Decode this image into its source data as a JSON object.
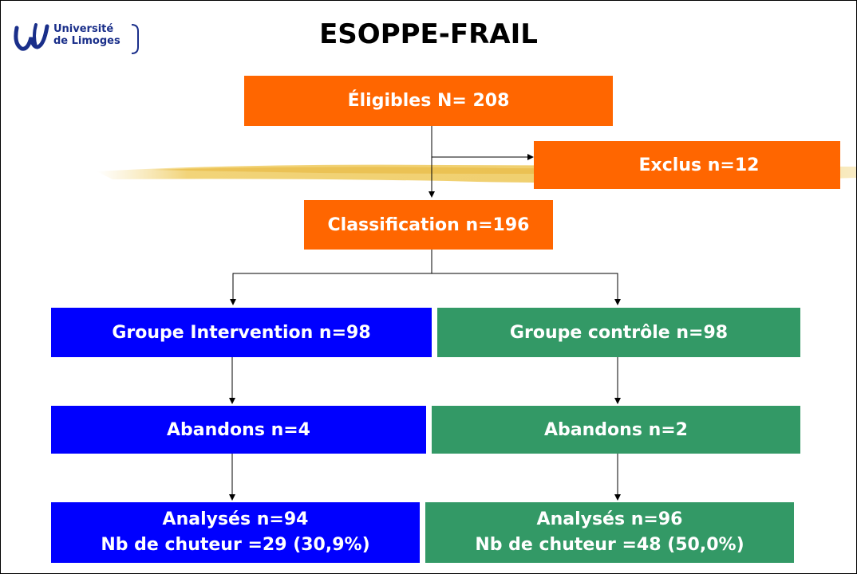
{
  "header": {
    "title": "ESOPPE-FRAIL",
    "logo_line1": "Université",
    "logo_line2": "de Limoges"
  },
  "colors": {
    "orange": "#ff6600",
    "blue": "#0000ff",
    "green": "#339966"
  },
  "flow": {
    "eligibles": "Éligibles N= 208",
    "exclus": "Exclus n=12",
    "classification": "Classification n=196",
    "intervention": {
      "group": "Groupe Intervention n=98",
      "abandons": "Abandons n=4",
      "analyses": "Analysés n=94",
      "chuteurs": "Nb de chuteur =29 (30,9%)"
    },
    "controle": {
      "group": "Groupe contrôle n=98",
      "abandons": "Abandons n=2",
      "analyses": "Analysés n=96",
      "chuteurs": "Nb de chuteur =48 (50,0%)"
    }
  }
}
